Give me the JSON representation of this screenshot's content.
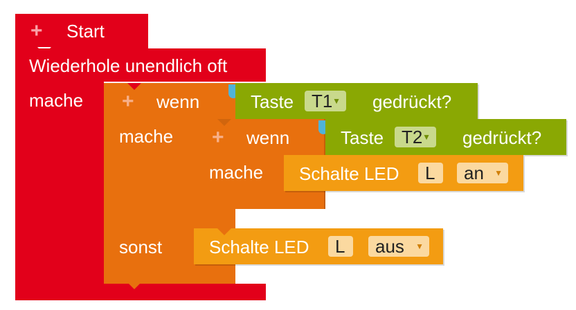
{
  "start_block": {
    "plus": "+",
    "label": "Start"
  },
  "forever_block": {
    "title": "Wiederhole unendlich oft",
    "do_label": "mache"
  },
  "if_else_block": {
    "plus": "+",
    "if_label": "wenn",
    "do_label": "mache",
    "else_label": "sonst"
  },
  "condition_1": {
    "prefix": "Taste",
    "button_value": "T1",
    "arrow": "▼",
    "suffix": "gedrückt?"
  },
  "inner_if_block": {
    "plus": "+",
    "if_label": "wenn",
    "do_label": "mache"
  },
  "condition_2": {
    "prefix": "Taste",
    "button_value": "T2",
    "arrow": "▼",
    "suffix": "gedrückt?"
  },
  "led_on_block": {
    "label": "Schalte LED",
    "led_value": "L",
    "state_value": "an",
    "arrow": "▼"
  },
  "led_off_block": {
    "label": "Schalte LED",
    "led_value": "L",
    "state_value": "aus",
    "arrow": "▼"
  },
  "colors": {
    "start_red": "#e2001a",
    "control_orange": "#e8700e",
    "action_amber": "#f39c12",
    "sensor_olive": "#8aa803"
  }
}
